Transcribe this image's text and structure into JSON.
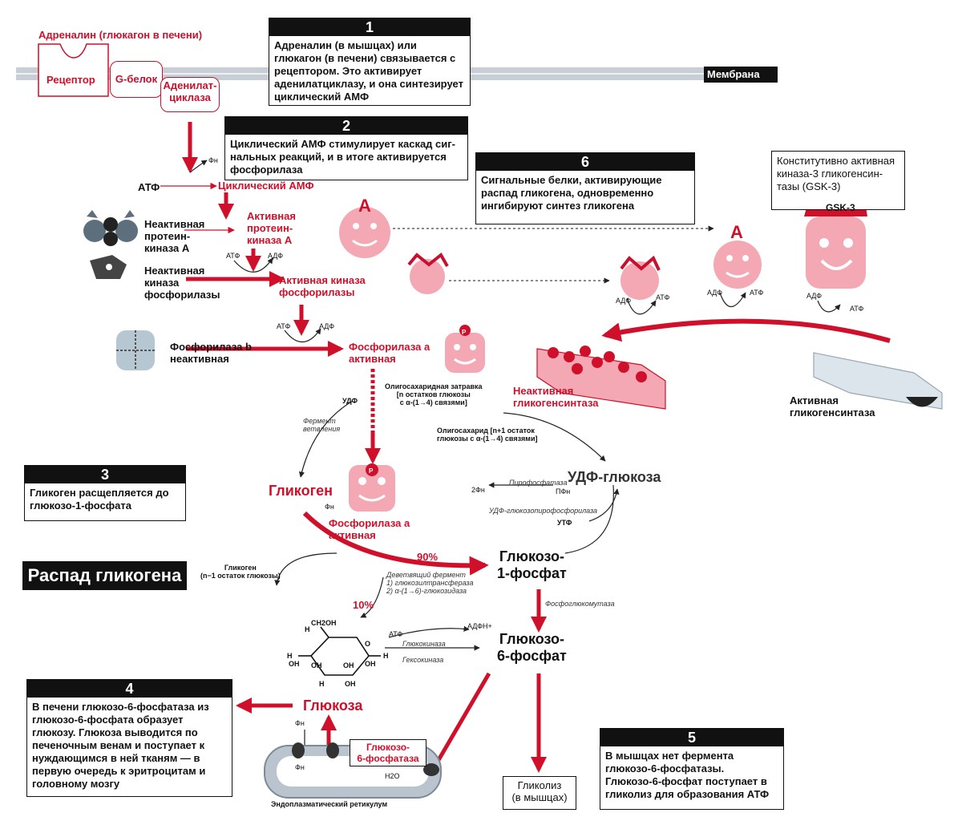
{
  "top": {
    "hormone_label": "Адреналин (глюкагон в печени)",
    "receptor": "Рецептор",
    "g_protein": "G-белок",
    "adenylate_cyclase": "Аденилат-\nциклаза",
    "membrane": "Мембрана"
  },
  "boxes": {
    "b1": {
      "num": "1",
      "text": "Адреналин (в мышцах) или глюкагон (в печени) связывается с рецептором. Это активирует аденилатциклазу, и она синтезирует циклический АМФ"
    },
    "b2": {
      "num": "2",
      "text": "Циклический АМФ стимулирует каскад сиг-нальных реакций, и в итоге активируется фосфорилаза"
    },
    "b3": {
      "num": "3",
      "text": "Гликоген расщепляется до глюкозо-1-фосфата"
    },
    "b4": {
      "num": "4",
      "text": "В печени глюкозо-6-фосфатаза из глюкозо-6-фосфата образует глюкозу. Глюкоза выводится по печеночным венам и поступает к нуждающимся в ней тканям — в первую очередь к эритроцитам и головному мозгу"
    },
    "b5": {
      "num": "5",
      "text": "В мышцах нет фермента глюкозо-6-фосфатазы. Глюкозо-6-фосфат поступает в гликолиз для образования АТФ"
    },
    "b6": {
      "num": "6",
      "text": "Сигнальные белки, активирующие распад гликогена, одновременно ингибируют синтез гликогена"
    }
  },
  "labels": {
    "atp": "АТФ",
    "adp": "АДФ",
    "pi": "Фн",
    "camp": "Циклический АМФ",
    "inactive_pka": "Неактивная\nпротеин-\nкиназа А",
    "active_pka": "Активная\nпротеин-\nкиназа А",
    "inactive_phk": "Неактивная\nкиназа\nфосфорилазы",
    "active_phk": "Активная киназа\nфосфорилазы",
    "phosphorylase_b": "Фосфорилаза b\nнеактивная",
    "phosphorylase_a": "Фосфорилаза a\nактивная",
    "oligo_primer": "Олигосахаридная затравка\n[n остатков глюкозы\nс α-(1→4) связями]",
    "oligo_n1": "Олигосахарид [n+1 остаток\nглюкозы с α-(1→4) связями]",
    "branching_enzyme": "Фермент\nветвления",
    "udp": "УДФ",
    "inactive_gs": "Неактивная\nгликогенсинтаза",
    "active_gs": "Активная\nгликогенсинтаза",
    "gsk3_desc": "Конститутивно активная киназа-3 гликогенсин-тазы (GSK-3)",
    "gsk3": "GSK-3",
    "A_letter": "A",
    "P_letter": "P",
    "glycogen": "Гликоген",
    "udp_glucose": "УДФ-глюкоза",
    "pyrophosphatase": "Пирофосфатаза",
    "two_pi": "2Фн",
    "ppi": "ПФн",
    "udp_glc_ppase": "УДФ-глюкозопирофосфорилаза",
    "utp": "УТФ",
    "glycogen_breakdown": "Распад гликогена",
    "glycogen_n1": "Гликоген\n(n−1 остаток глюкозы)",
    "debranching": "Деветвящий фермент\n1) глюкозилтрансфераза\n2) α-(1→6)-глюкозидаза",
    "pct90": "90%",
    "pct10": "10%",
    "g1p": "Глюкозо-\n1-фосфат",
    "pgm": "Фосфоглюкомутаза",
    "g6p": "Глюкозо-\n6-фосфат",
    "glucokinase": "Глюкокиназа",
    "hexokinase": "Гексокиназа",
    "adph": "АДФН+",
    "glucose": "Глюкоза",
    "g6pase": "Глюкозо-\n6-фосфатаза",
    "h2o": "H2O",
    "er": "Эндоплазматический ретикулум",
    "glycolysis": "Гликолиз\n(в мышцах)",
    "ch2oh": "CH2OH",
    "H": "H",
    "OH": "OH",
    "O": "O"
  },
  "colors": {
    "accent": "#d0102a",
    "light": "#f2a3ab",
    "dark": "#111111"
  }
}
